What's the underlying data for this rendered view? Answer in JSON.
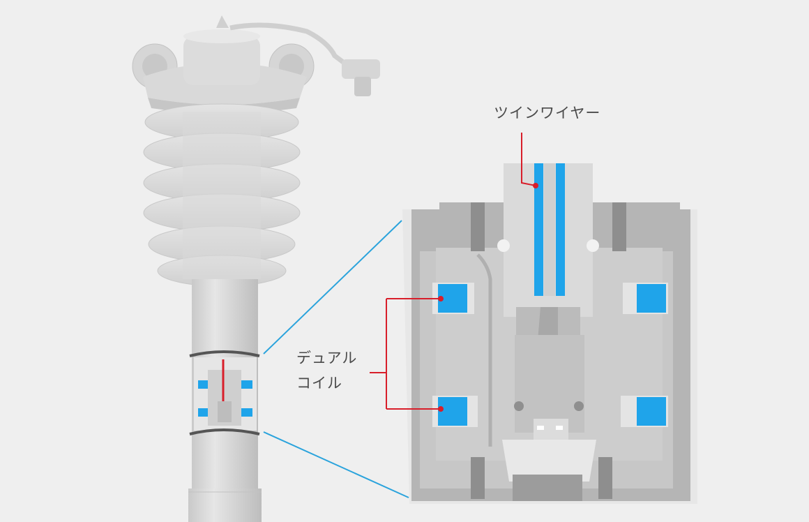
{
  "labels": {
    "twin_wire": "ツインワイヤー",
    "dual_coil_line1": "デュアル",
    "dual_coil_line2": "コイル"
  },
  "colors": {
    "background": "#efefef",
    "metal_light": "#dcdcdc",
    "metal_mid": "#c4c4c4",
    "metal_dark": "#9a9a9a",
    "coil_blue": "#1fa4ea",
    "wire_red": "#d81e2a",
    "callout_line": "#2aa3dc"
  }
}
